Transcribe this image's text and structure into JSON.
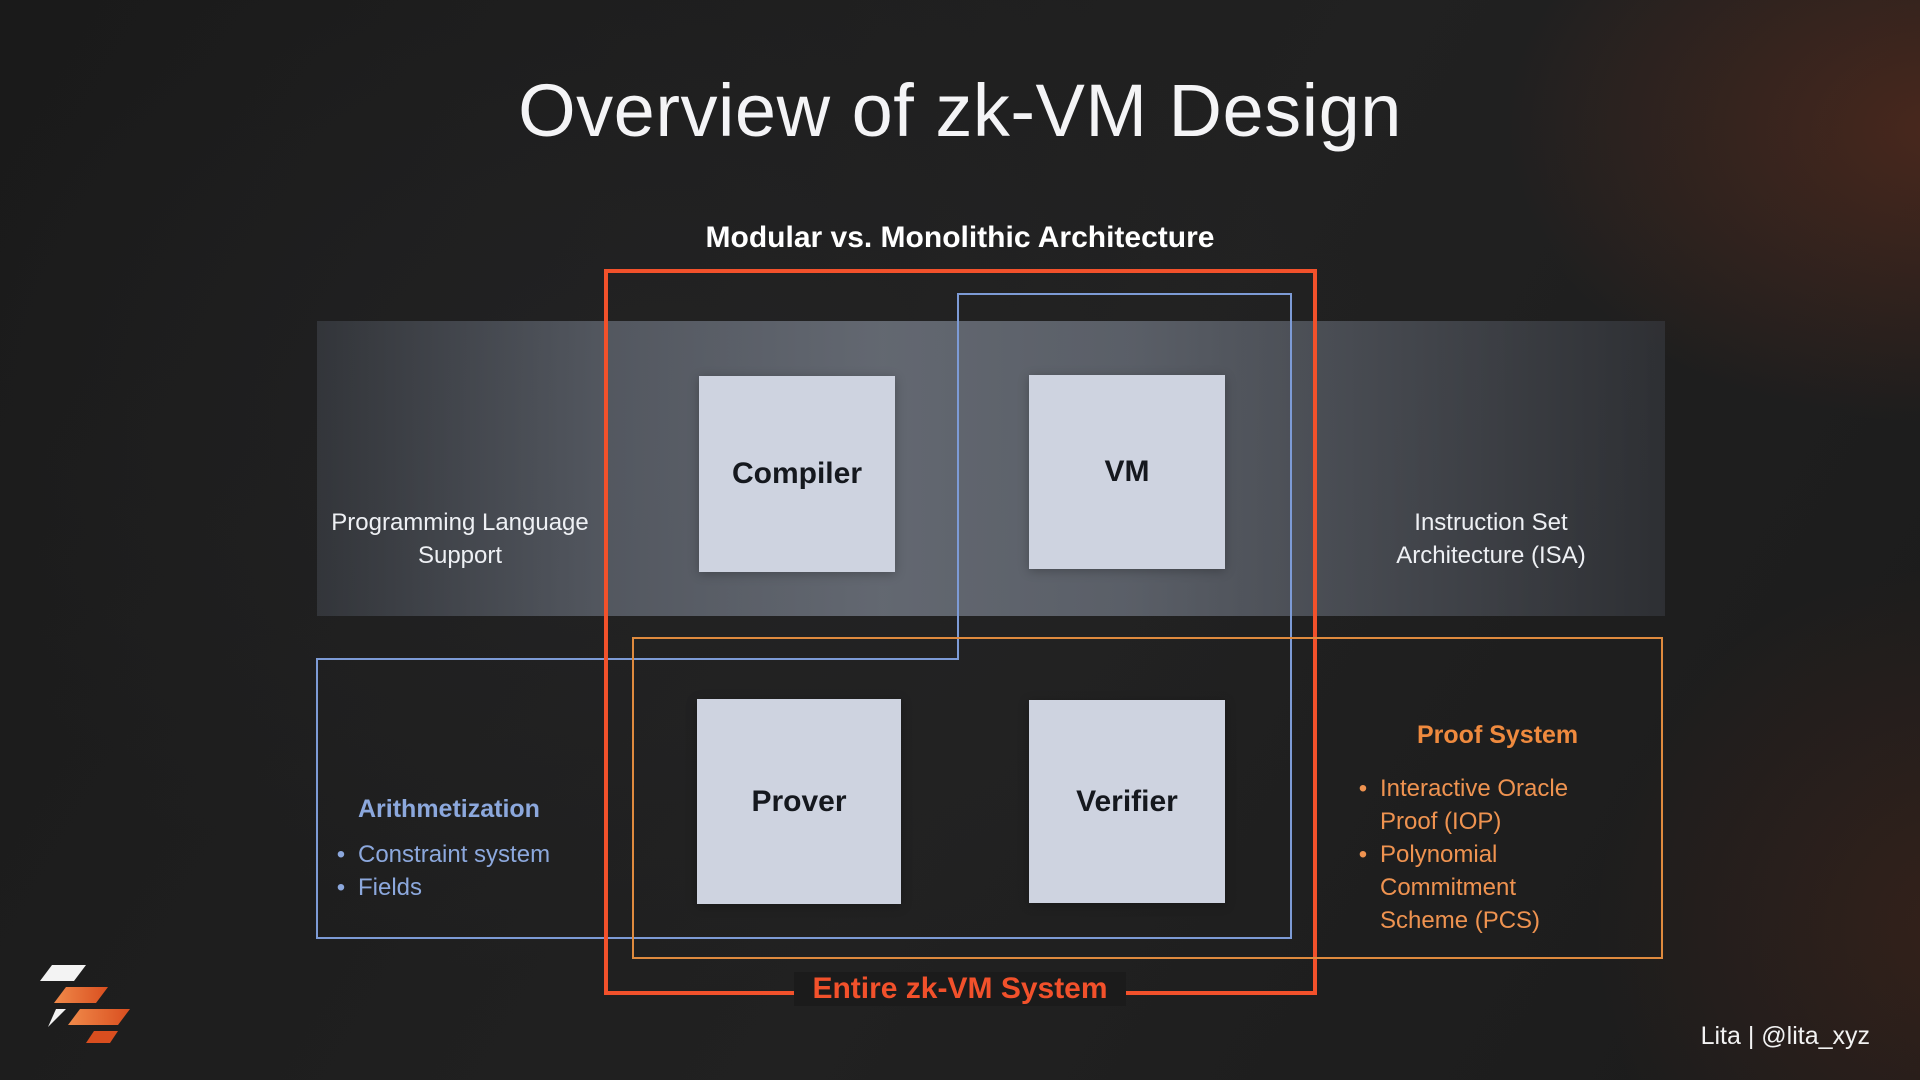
{
  "slide": {
    "title": "Overview of zk-VM Design",
    "subtitle": "Modular vs. Monolithic Architecture",
    "credit": "Lita | @lita_xyz",
    "logo_icon": "lita-logo"
  },
  "diagram": {
    "band_labels": {
      "left": "Programming Language Support",
      "right": "Instruction Set Architecture (ISA)"
    },
    "boxes": [
      {
        "id": "compiler",
        "label": "Compiler"
      },
      {
        "id": "vm",
        "label": "VM"
      },
      {
        "id": "prover",
        "label": "Prover"
      },
      {
        "id": "verifier",
        "label": "Verifier"
      }
    ],
    "entire_system_label": "Entire zk-VM System",
    "arithmetization": {
      "heading": "Arithmetization",
      "items": [
        "Constraint system",
        "Fields"
      ]
    },
    "proof_system": {
      "heading": "Proof System",
      "items": [
        "Interactive Oracle Proof (IOP)",
        "Polynomial Commitment Scheme (PCS)"
      ]
    },
    "colors": {
      "orange_primary": "#f2512b",
      "orange_soft": "#ef9350",
      "orange_outline": "#df8a3e",
      "blue_accent": "#7d9bd6",
      "box_fill": "#ced3e0"
    }
  }
}
